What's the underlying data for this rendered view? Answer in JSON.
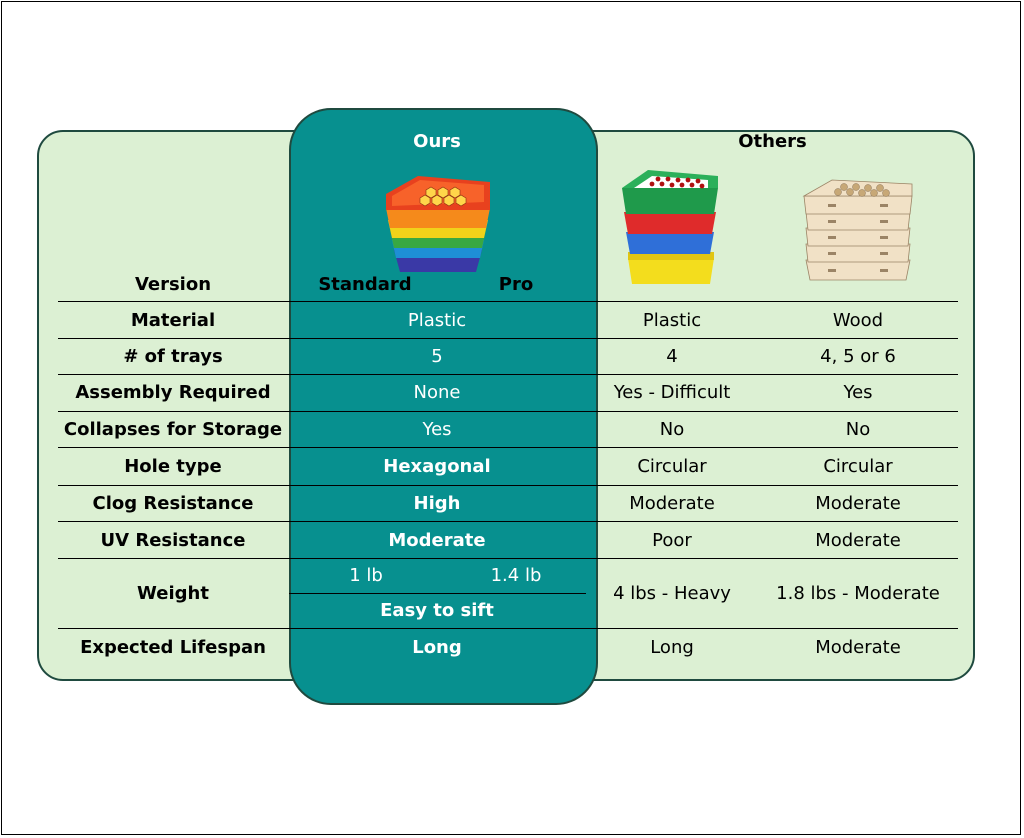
{
  "headers": {
    "ours": "Ours",
    "others": "Others"
  },
  "version": {
    "label": "Version",
    "standard": "Standard",
    "pro": "Pro"
  },
  "images": {
    "ours": "rainbow-stacked-trays-hexagonal-holes",
    "others_plastic": "colored-stacked-trays-circular-holes",
    "others_wood": "wooden-stacked-trays"
  },
  "rows": [
    {
      "label": "Material",
      "ours": "Plastic",
      "plastic": "Plastic",
      "wood": "Wood"
    },
    {
      "label": "# of trays",
      "ours": "5",
      "plastic": "4",
      "wood": "4, 5 or 6"
    },
    {
      "label": "Assembly Required",
      "ours": "None",
      "plastic": "Yes - Difficult",
      "wood": "Yes"
    },
    {
      "label": "Collapses for Storage",
      "ours": "Yes",
      "plastic": "No",
      "wood": "No"
    },
    {
      "label": "Hole type",
      "ours": "Hexagonal",
      "plastic": "Circular",
      "wood": "Circular"
    },
    {
      "label": "Clog Resistance",
      "ours": "High",
      "plastic": "Moderate",
      "wood": "Moderate"
    },
    {
      "label": "UV Resistance",
      "ours": "Moderate",
      "plastic": "Poor",
      "wood": "Moderate"
    }
  ],
  "weight": {
    "label": "Weight",
    "standard": "1 lb",
    "pro": "1.4 lb",
    "ours_note": "Easy to sift",
    "plastic": "4 lbs - Heavy",
    "wood": "1.8 lbs - Moderate"
  },
  "lifespan": {
    "label": "Expected Lifespan",
    "ours": "Long",
    "plastic": "Long",
    "wood": "Moderate"
  },
  "colors": {
    "panel": "#dcf0d3",
    "ours_column": "#07908f",
    "border": "#1f4a3f"
  }
}
